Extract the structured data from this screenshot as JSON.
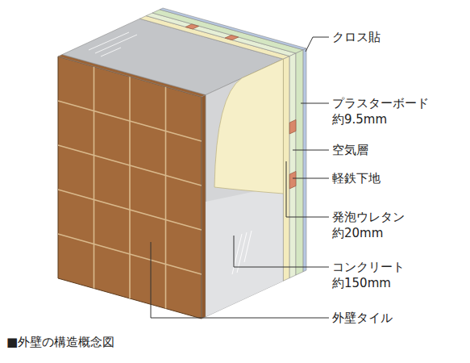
{
  "diagram": {
    "caption": "■外壁の構造概念図",
    "labels": [
      "クロス貼",
      "プラスターボード",
      "約9.5mm",
      "空気層",
      "軽鉄下地",
      "発泡ウレタン",
      "約20mm",
      "コンクリート",
      "約150mm",
      "外壁タイル"
    ]
  }
}
